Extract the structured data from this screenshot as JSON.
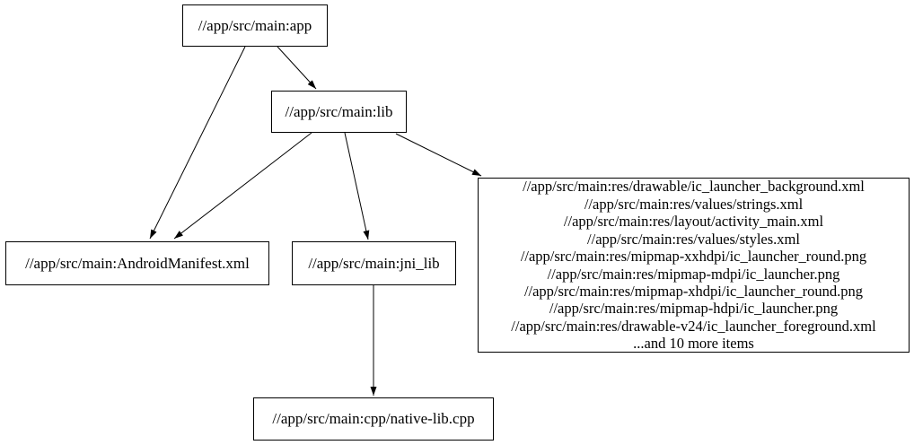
{
  "diagram": {
    "type": "dependency-graph",
    "background": "#ffffff",
    "text_color": "#000000",
    "node_border_color": "#000000",
    "edge_color": "#000000",
    "nodes": {
      "app": {
        "label": "//app/src/main:app"
      },
      "lib": {
        "label": "//app/src/main:lib"
      },
      "android_manifest": {
        "label": "//app/src/main:AndroidManifest.xml"
      },
      "jni_lib": {
        "label": "//app/src/main:jni_lib"
      },
      "native_lib_cpp": {
        "label": "//app/src/main:cpp/native-lib.cpp"
      },
      "resources_group": {
        "lines": [
          "//app/src/main:res/drawable/ic_launcher_background.xml",
          "//app/src/main:res/values/strings.xml",
          "//app/src/main:res/layout/activity_main.xml",
          "//app/src/main:res/values/styles.xml",
          "//app/src/main:res/mipmap-xxhdpi/ic_launcher_round.png",
          "//app/src/main:res/mipmap-mdpi/ic_launcher.png",
          "//app/src/main:res/mipmap-xhdpi/ic_launcher_round.png",
          "//app/src/main:res/mipmap-hdpi/ic_launcher.png",
          "//app/src/main:res/drawable-v24/ic_launcher_foreground.xml",
          "...and 10 more items"
        ]
      }
    },
    "edges": [
      {
        "from": "app",
        "to": "android_manifest"
      },
      {
        "from": "app",
        "to": "lib"
      },
      {
        "from": "lib",
        "to": "android_manifest"
      },
      {
        "from": "lib",
        "to": "jni_lib"
      },
      {
        "from": "lib",
        "to": "resources_group"
      },
      {
        "from": "jni_lib",
        "to": "native_lib_cpp"
      }
    ]
  }
}
